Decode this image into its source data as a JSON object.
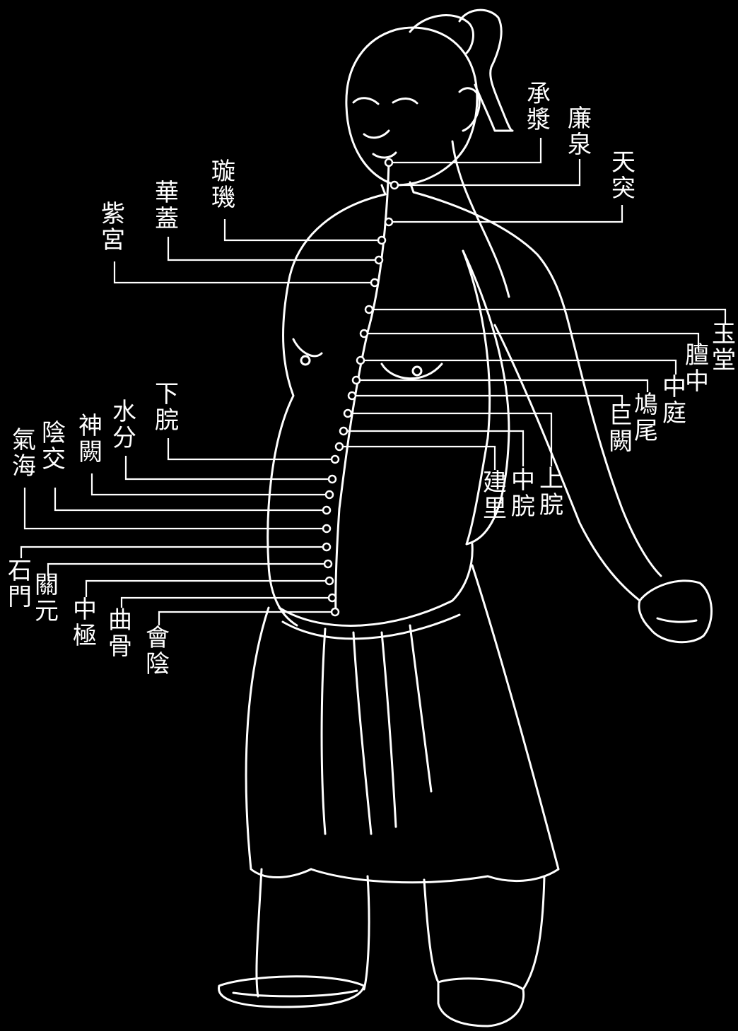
{
  "colors": {
    "background": "#000000",
    "ink": "#ffffff"
  },
  "figure": "human figure, front view, acupuncture points of the conception vessel",
  "points": [
    {
      "id": "chengjiang",
      "label": "承漿"
    },
    {
      "id": "lianquan",
      "label": "廉泉"
    },
    {
      "id": "tiantu",
      "label": "天突"
    },
    {
      "id": "xuanji",
      "label": "璇璣"
    },
    {
      "id": "huagai",
      "label": "華蓋"
    },
    {
      "id": "zigong",
      "label": "紫宮"
    },
    {
      "id": "yutang",
      "label": "玉堂"
    },
    {
      "id": "shanzhong",
      "label": "膻中"
    },
    {
      "id": "zhongting",
      "label": "中庭"
    },
    {
      "id": "jiuwei",
      "label": "鳩尾"
    },
    {
      "id": "juque",
      "label": "巨闕"
    },
    {
      "id": "shangwan",
      "label": "上脘"
    },
    {
      "id": "zhongwan",
      "label": "中脘"
    },
    {
      "id": "jianli",
      "label": "建里"
    },
    {
      "id": "xiawan",
      "label": "下脘"
    },
    {
      "id": "shuifen",
      "label": "水分"
    },
    {
      "id": "shenque",
      "label": "神闕"
    },
    {
      "id": "yinjiao",
      "label": "陰交"
    },
    {
      "id": "qihai",
      "label": "氣海"
    },
    {
      "id": "shimen",
      "label": "石門"
    },
    {
      "id": "guanyuan",
      "label": "關元"
    },
    {
      "id": "zhongji",
      "label": "中極"
    },
    {
      "id": "qugu",
      "label": "曲骨"
    },
    {
      "id": "huiyin",
      "label": "會陰"
    }
  ]
}
